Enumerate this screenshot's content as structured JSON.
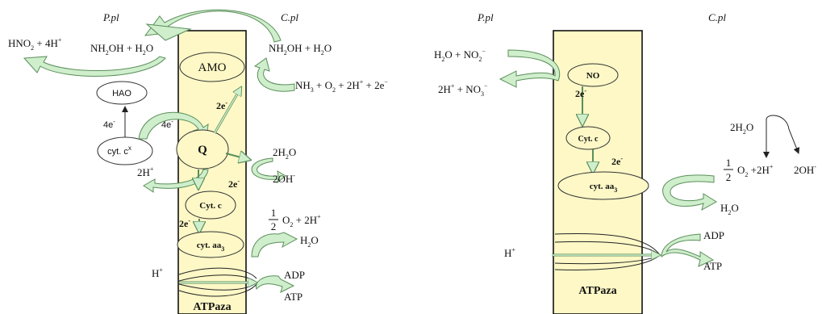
{
  "left": {
    "side_out": "P.pl",
    "side_in": "C.pl",
    "hno2": "HNO",
    "hno2_sub": "2",
    "hno2_rest": " + 4H",
    "hno2_sup": "+",
    "nh2oh_left": "NH",
    "nh2oh_left_sub": "2",
    "nh2oh_left_rest": "OH + H",
    "nh2oh_left_sub2": "2",
    "nh2oh_left_o": "O",
    "nh2oh_right": "NH",
    "nh2oh_right_sub": "2",
    "nh2oh_right_rest": "OH + H",
    "nh2oh_right_sub2": "2",
    "nh2oh_right_o": "O",
    "nh3": "NH",
    "nh3_sub": "3",
    "nh3_rest": " + O",
    "nh3_sub2": "2",
    "nh3_rest2": " + 2H",
    "nh3_sup": "+",
    "nh3_rest3": " + 2e",
    "nh3_sup2": "−",
    "amo": "AMO",
    "hao": "HAO",
    "cytc_x": "cyt. c",
    "cytc_x_sup": "x",
    "q": "Q",
    "cytc": "Cyt. c",
    "cytaa3": "cyt. aa",
    "cytaa3_sub": "3",
    "atpase": "ATPaza",
    "e4_a": "4e",
    "e4_b": "4e",
    "e2_a": "2e",
    "e2_b": "2e",
    "e2_c": "2e",
    "e_sup": "-",
    "h_plus_q": "2H",
    "h_plus_q_sup": "+",
    "h2o_2": "2H",
    "h2o_2_sub": "2",
    "h2o_2_o": "O",
    "oh_2": "2OH",
    "oh_2_sup": "-",
    "half": "1",
    "half_den": "2",
    "o2_rest": "O",
    "o2_sub": "2",
    "o2_rest2": " + 2H",
    "o2_sup": "+",
    "h2o": "H",
    "h2o_sub": "2",
    "h2o_o": "O",
    "hplus": "H",
    "hplus_sup": "+",
    "adp": "ADP",
    "atp": "ATP"
  },
  "right": {
    "side_out": "P.pl",
    "side_in": "C.pl",
    "h2o_no2": "H",
    "h2o_no2_sub": "2",
    "h2o_no2_rest": "O + NO",
    "h2o_no2_sub2": "2",
    "h2o_no2_sup": "−",
    "no3": "2H",
    "no3_sup": "+",
    "no3_rest": " + NO",
    "no3_sub": "3",
    "no3_sup2": "−",
    "no": "NO",
    "e2_a": "2e",
    "e2_b": "2e",
    "e_sup": "-",
    "cytc": "Cyt. c",
    "cytaa3": "cyt. aa",
    "cytaa3_sub": "3",
    "h2o_top": "2H",
    "h2o_top_sub": "2",
    "h2o_top_o": "O",
    "half": "1",
    "half_den": "2",
    "o2_rest": "O",
    "o2_sub": "2",
    "o2_rest2": " +2H",
    "o2_sup": "+",
    "oh": "2OH",
    "oh_sup": "-",
    "h2o": "H",
    "h2o_sub": "2",
    "h2o_o": "O",
    "hplus": "H",
    "hplus_sup": "+",
    "adp": "ADP",
    "atp": "ATP",
    "atpase": "ATPaza"
  }
}
